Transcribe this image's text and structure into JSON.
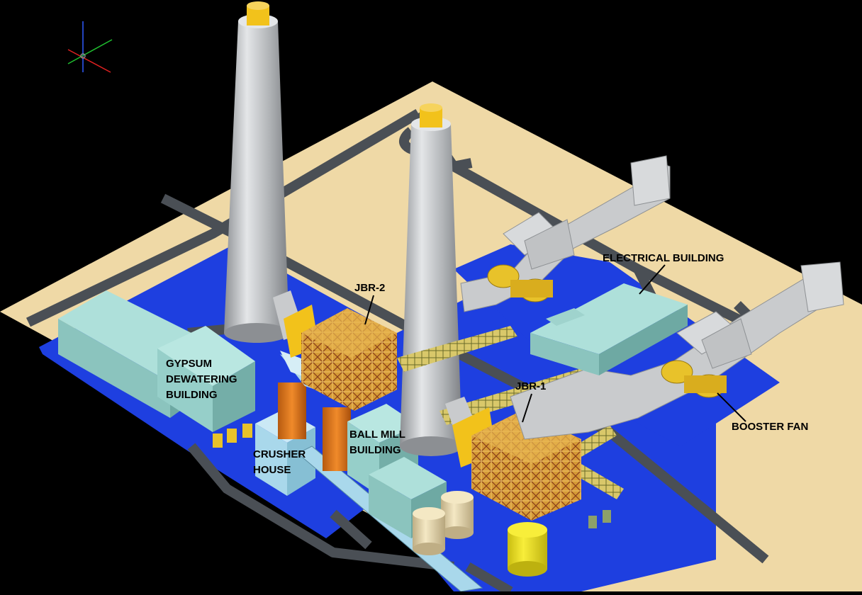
{
  "labels": {
    "jbr2": "JBR-2",
    "jbr1": "JBR-1",
    "electrical_building": "ELECTRICAL BUILDING",
    "booster_fan": "BOOSTER FAN",
    "gypsum_line1": "GYPSUM",
    "gypsum_line2": "DEWATERING",
    "gypsum_line3": "BUILDING",
    "ball_mill_line1": "BALL MILL",
    "ball_mill_line2": "BUILDING",
    "crusher_line1": "CRUSHER",
    "crusher_line2": "HOUSE"
  },
  "colors": {
    "background": "#000000",
    "ground": "#efd9a6",
    "pad": "#1e3fe0",
    "road": "#4a4f55",
    "chimney": "#b9bcc0",
    "chimney_cap": "#f2c21b",
    "building": "#8fc9c3",
    "duct": "#c9cbcd",
    "steel_structure": "#e0a53a",
    "fan": "#e8c22a",
    "tank_cream": "#efe1b8",
    "tank_yellow": "#f2e51c"
  },
  "icons": {
    "axis_triad": "xyz-axis-icon"
  }
}
